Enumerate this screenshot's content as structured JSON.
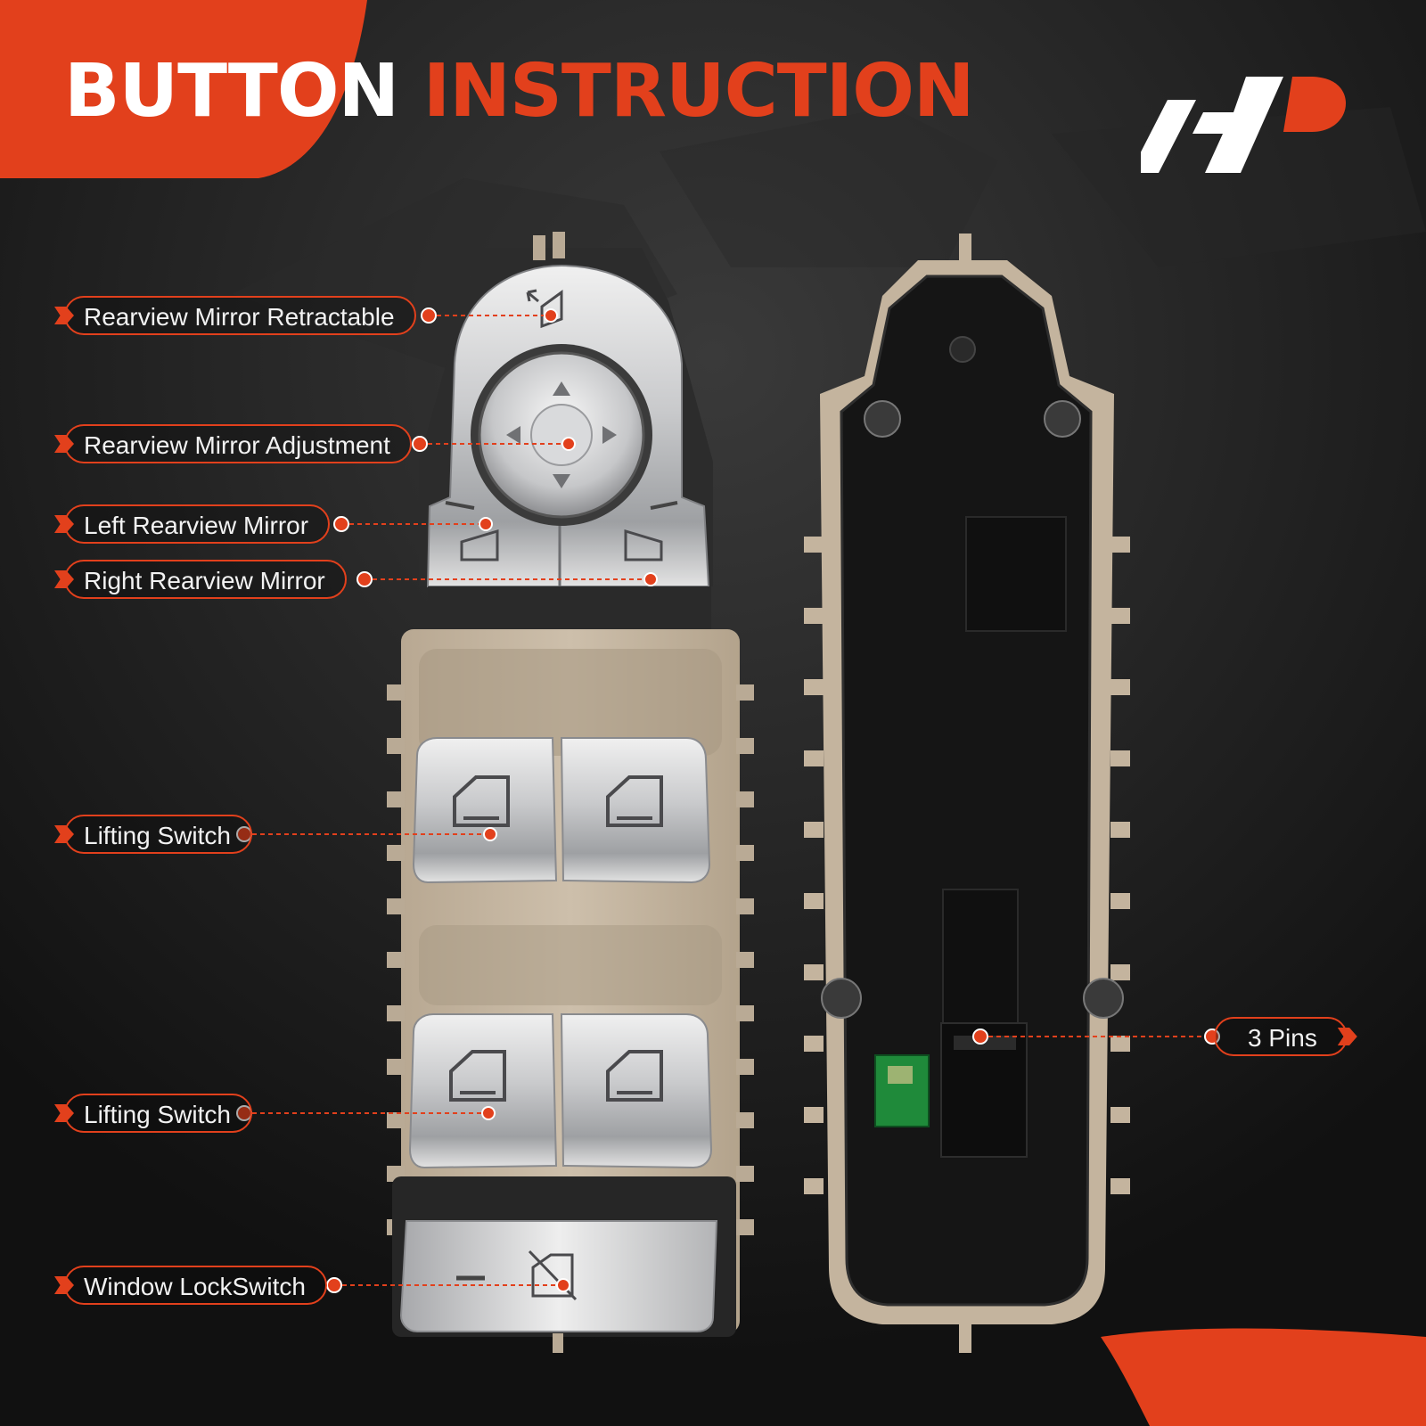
{
  "title": {
    "word1": "BUTTON",
    "word2": "INSTRUCTION"
  },
  "brand": {
    "logo": "brand-logo"
  },
  "colors": {
    "accent": "#e2401c",
    "background": "#141414",
    "beige": "#c8b8a2",
    "chrome": "#cfd0d2",
    "pcb": "#1f8a3a"
  },
  "labels": {
    "mirror_retractable": "Rearview Mirror Retractable",
    "mirror_adjustment": "Rearview Mirror Adjustment",
    "left_mirror": "Left Rearview Mirror",
    "right_mirror": "Right Rearview Mirror",
    "lifting_switch_1": "Lifting Switch",
    "lifting_switch_2": "Lifting Switch",
    "window_lock": "Window LockSwitch",
    "pins": "3 Pins"
  }
}
